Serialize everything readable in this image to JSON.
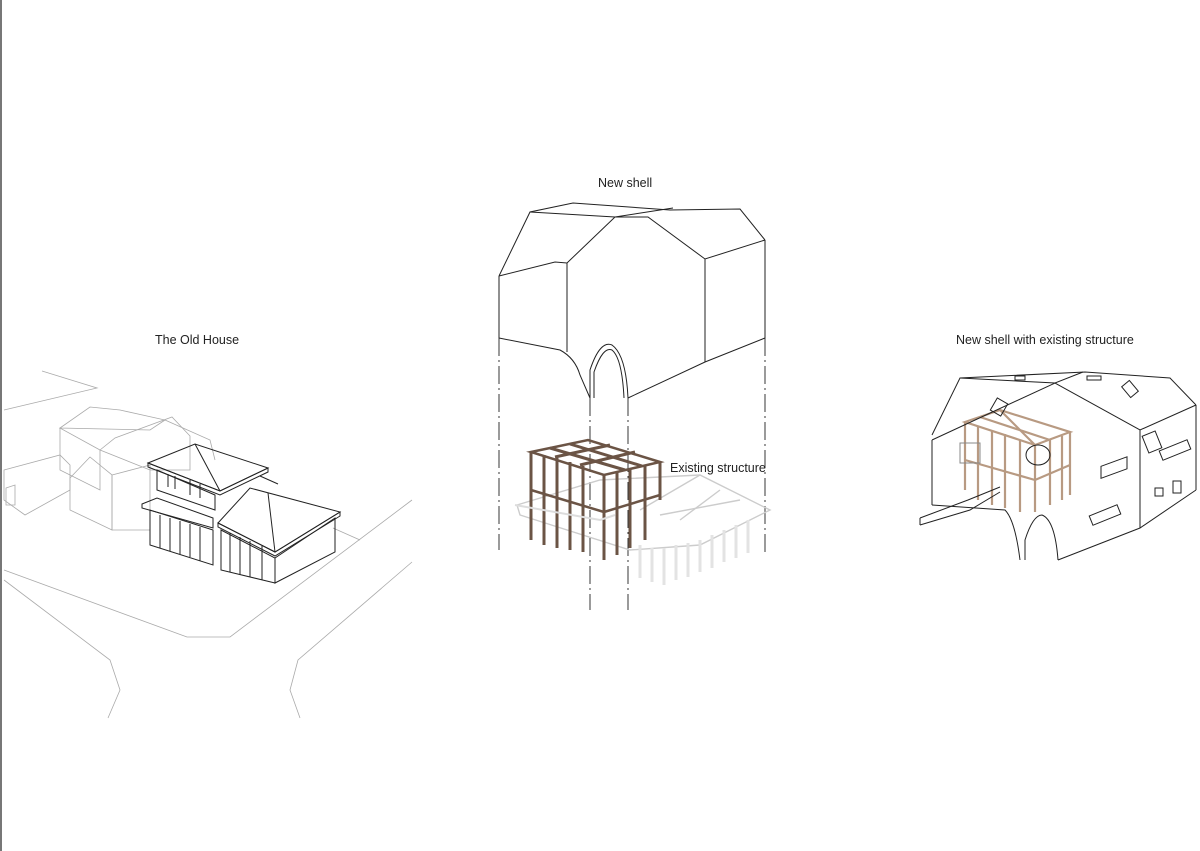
{
  "diagram": {
    "panels": [
      {
        "id": "old-house",
        "label": "The Old House"
      },
      {
        "id": "new-shell",
        "label": "New shell"
      },
      {
        "id": "existing-structure",
        "label": "Existing structure"
      },
      {
        "id": "combined",
        "label": "New shell with existing structure"
      }
    ],
    "colors": {
      "line": "#222222",
      "context_line": "#aaaaaa",
      "timber_dark": "#6b5445",
      "timber_light": "#b89a82",
      "ghost": "#dddddd",
      "frame_border": "#777777"
    }
  }
}
